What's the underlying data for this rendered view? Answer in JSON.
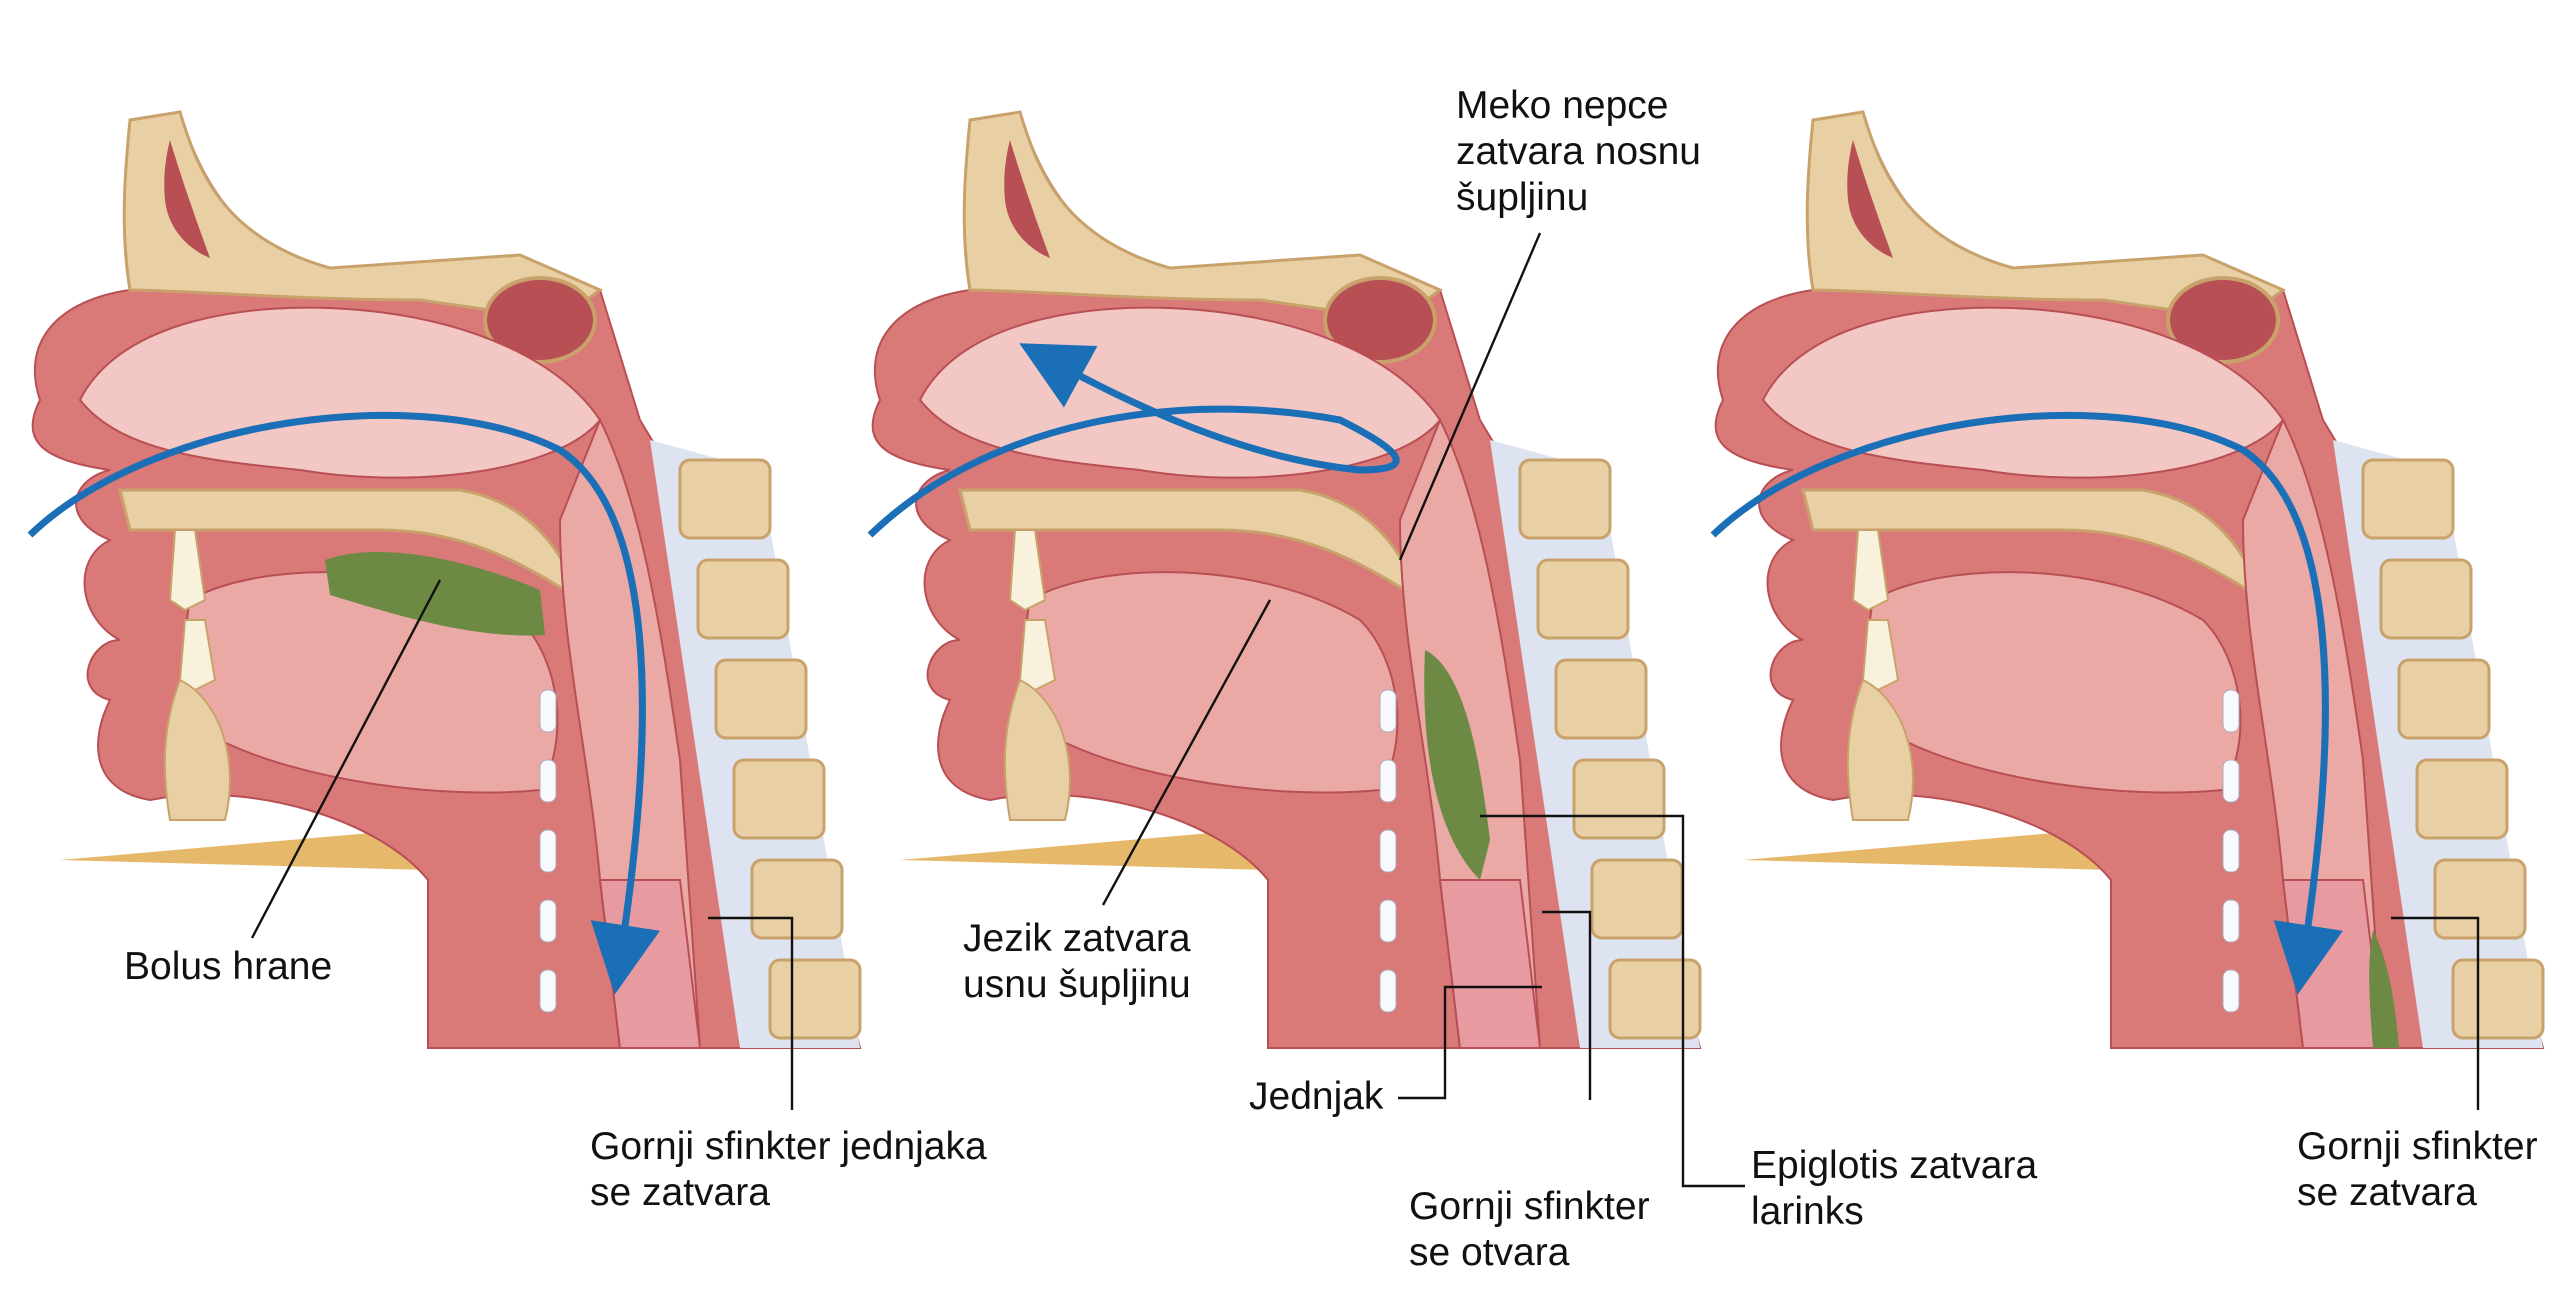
{
  "colors": {
    "background": "#ffffff",
    "bone": "#e8cfa4",
    "bone_edge": "#c9a26b",
    "tissue": "#d97a78",
    "tissue_light": "#eba9a6",
    "tissue_dark": "#b84f55",
    "cavity": "#f3c7c4",
    "neck_fat": "#e6b86a",
    "disc": "#dde3f0",
    "bolus": "#6c8a44",
    "arrow": "#1a6fb6",
    "leader": "#111111"
  },
  "panels": [
    {
      "stage": "mouth",
      "labels": [
        {
          "text": "Bolus hrane"
        },
        {
          "text": "Gornji sfinkter jednjaka\nse zatvara"
        }
      ]
    },
    {
      "stage": "pharynx",
      "labels": [
        {
          "text": "Meko nepce\nzatvara nosnu\nšupljinu"
        },
        {
          "text": "Jezik zatvara\nusnu šupljinu"
        },
        {
          "text": "Jednjak"
        },
        {
          "text": "Gornji sfinkter\nse otvara"
        },
        {
          "text": "Epiglotis zatvara\nlarinks"
        }
      ]
    },
    {
      "stage": "esophagus",
      "labels": [
        {
          "text": "Gornji sfinkter\nse zatvara"
        }
      ]
    }
  ]
}
